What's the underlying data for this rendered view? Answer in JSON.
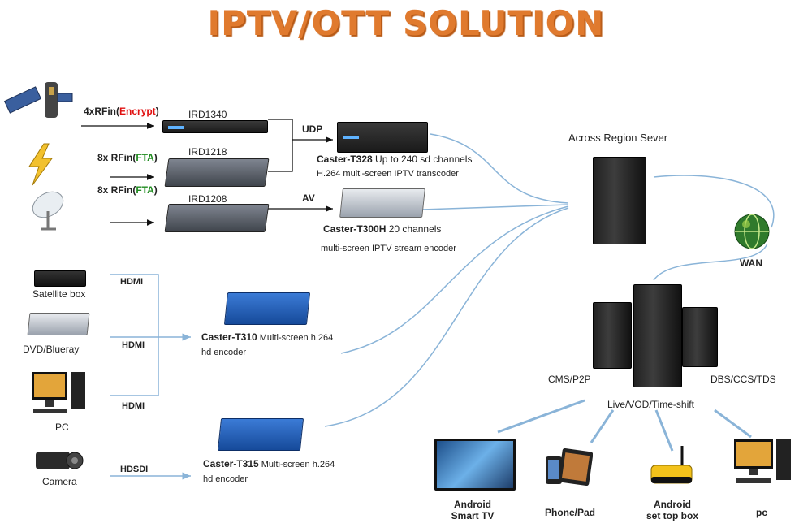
{
  "title": "IPTV/OTT SOLUTION",
  "inputs": {
    "rf1": {
      "prefix": "4xRFin(",
      "tag": "Encrypt",
      "suffix": ")"
    },
    "rf2": {
      "prefix": "8x RFin(",
      "tag": "FTA",
      "suffix": ")"
    },
    "rf3": {
      "prefix": "8x RFin(",
      "tag": "FTA",
      "suffix": ")"
    }
  },
  "ird": [
    "IRD1340",
    "IRD1218",
    "IRD1208"
  ],
  "links": {
    "udp": "UDP",
    "av": "AV",
    "hdmi": "HDMI",
    "hdsdi": "HDSDI"
  },
  "encoders": {
    "t328": {
      "name": "Caster-T328",
      "desc1": " Up to 240 sd channels",
      "desc2": "H.264 multi-screen IPTV transcoder"
    },
    "t300h": {
      "name": "Caster-T300H",
      "desc1": " 20 channels",
      "desc2": "multi-screen IPTV stream encoder"
    },
    "t310": {
      "name": "Caster-T310",
      "desc1": " Multi-screen h.264",
      "desc2": "hd encoder"
    },
    "t315": {
      "name": "Caster-T315",
      "desc1": " Multi-screen h.264",
      "desc2": "hd encoder"
    }
  },
  "sources": [
    "Satellite box",
    "DVD/Blueray",
    "PC",
    "Camera"
  ],
  "server": {
    "region": "Across Region Sever",
    "wan": "WAN",
    "cms": "CMS/P2P",
    "dbs": "DBS/CCS/TDS",
    "live": "Live/VOD/Time-shift"
  },
  "clients": {
    "tv1": "Android",
    "tv2": "Smart TV",
    "pad": "Phone/Pad",
    "stb1": "Android",
    "stb2": "set top box",
    "pc": "pc"
  },
  "colors": {
    "title": "#e07a2e",
    "encrypt": "#e01010",
    "fta": "#1f8b1f",
    "curve": "#8ab4d8"
  }
}
